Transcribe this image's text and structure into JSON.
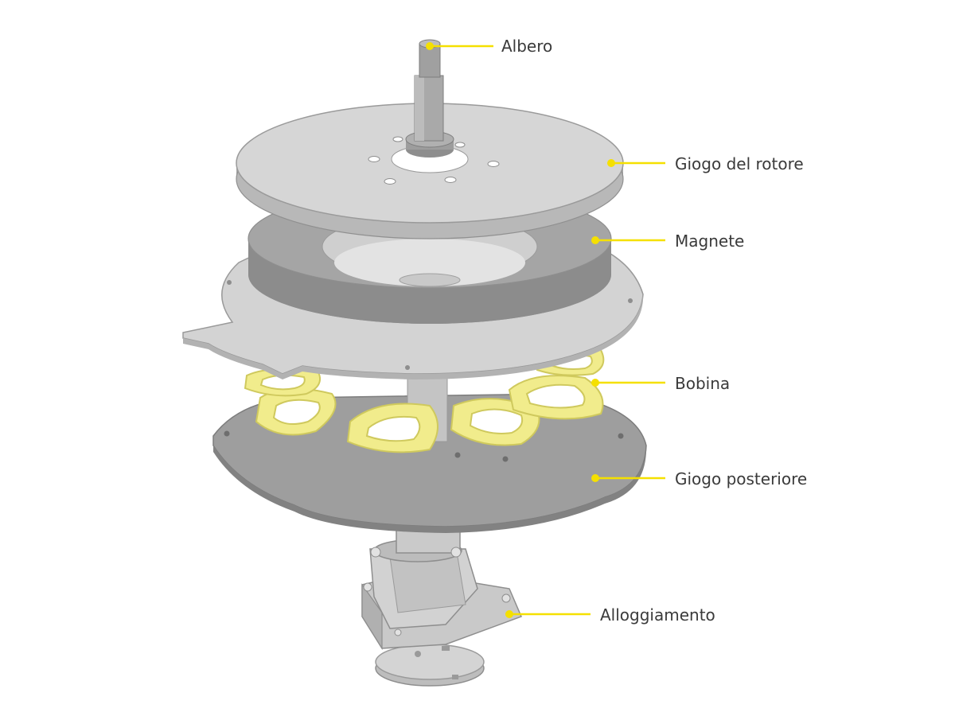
{
  "colors": {
    "callout": "#f5e000",
    "metal_light": "#cfcfcf",
    "metal_mid": "#b6b6b6",
    "metal_dark": "#9a9a9a",
    "coil": "#f1ec8c",
    "coil_edge": "#d9d46a"
  },
  "callouts": [
    {
      "id": "albero",
      "label": "Albero"
    },
    {
      "id": "giogo-rotore",
      "label": "Giogo del rotore"
    },
    {
      "id": "magnete",
      "label": "Magnete"
    },
    {
      "id": "bobina",
      "label": "Bobina"
    },
    {
      "id": "giogo-posteriore",
      "label": "Giogo posteriore"
    },
    {
      "id": "alloggiamento",
      "label": "Alloggiamento"
    }
  ]
}
